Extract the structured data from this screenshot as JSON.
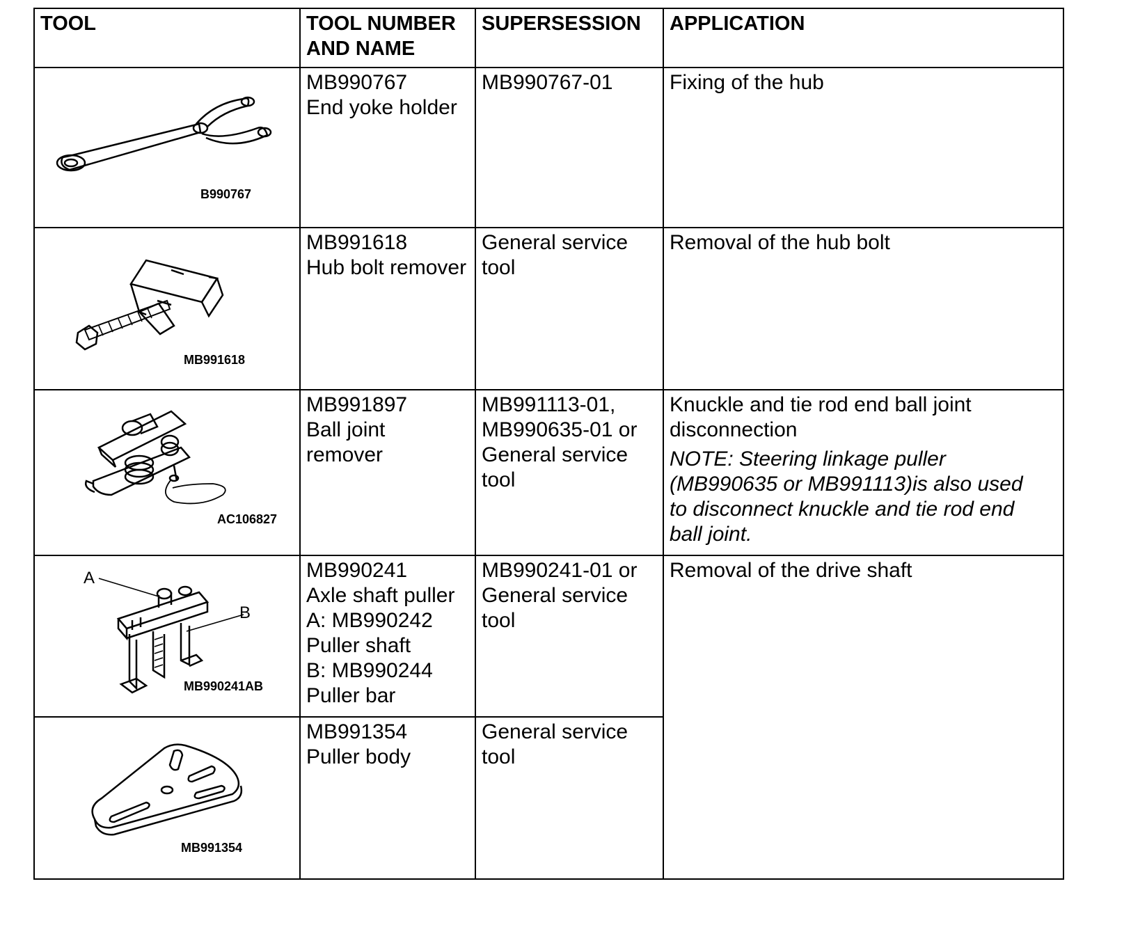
{
  "headers": {
    "tool": "TOOL",
    "number_name": [
      "TOOL NUMBER",
      "AND NAME"
    ],
    "supersession": "SUPERSESSION",
    "application": "APPLICATION"
  },
  "rows": [
    {
      "caption": "B990767",
      "number_name": [
        "MB990767",
        "End yoke holder"
      ],
      "supersession": [
        "MB990767-01"
      ],
      "application": "Fixing of the hub"
    },
    {
      "caption": "MB991618",
      "number_name": [
        "MB991618",
        "Hub bolt remover"
      ],
      "supersession": [
        "General service",
        "tool"
      ],
      "application": "Removal of the hub bolt"
    },
    {
      "caption": "AC106827",
      "number_name": [
        "MB991897",
        "Ball joint",
        "remover"
      ],
      "supersession": [
        "MB991113-01,",
        "MB990635-01 or",
        "General service",
        "tool"
      ],
      "application": [
        "Knuckle and tie rod end ball joint",
        "disconnection"
      ],
      "note": [
        "NOTE: Steering linkage puller",
        "(MB990635 or MB991113)is also used",
        "to disconnect knuckle and tie rod end",
        "ball joint."
      ]
    },
    {
      "caption": "MB990241AB",
      "label_a": "A",
      "label_b": "B",
      "number_name": [
        "MB990241",
        "Axle shaft puller",
        "A: MB990242",
        "Puller shaft",
        "B: MB990244",
        "Puller bar"
      ],
      "supersession": [
        "MB990241-01 or",
        "General service",
        "tool"
      ],
      "application": "Removal of the drive shaft"
    },
    {
      "caption": "MB991354",
      "number_name": [
        "MB991354",
        "Puller body"
      ],
      "supersession": [
        "General service",
        "tool"
      ]
    }
  ]
}
